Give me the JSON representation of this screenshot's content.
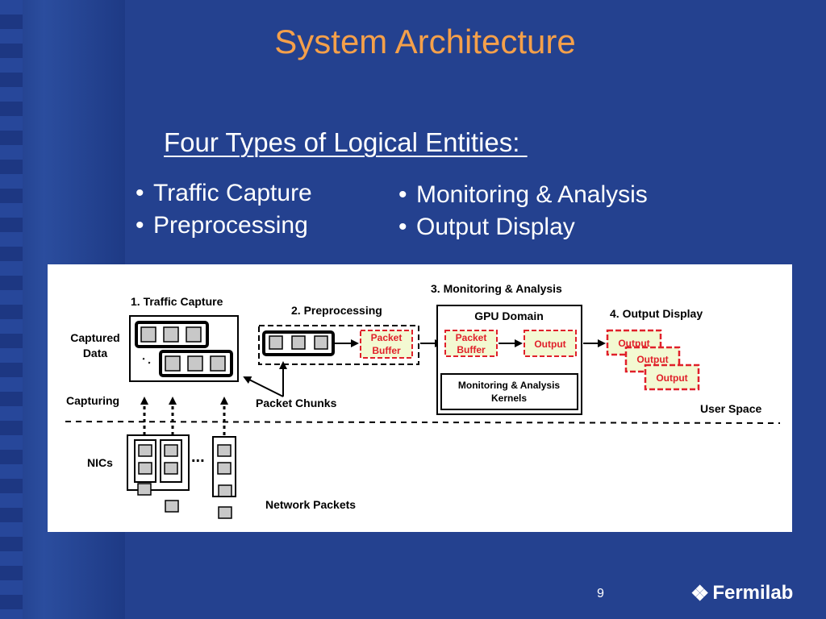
{
  "slide": {
    "title": "System Architecture",
    "subtitle": "Four Types of Logical Entities: ",
    "bullets_left": [
      "Traffic Capture",
      "Preprocessing"
    ],
    "bullets_right": [
      "Monitoring & Analysis",
      "Output Display"
    ],
    "page_number": "9",
    "logo_text": "Fermilab",
    "logo_icon": "fermilab-logo-icon"
  },
  "diagram": {
    "stage_traffic_capture": "1. Traffic Capture",
    "stage_preprocessing": "2. Preprocessing",
    "stage_monitoring": "3. Monitoring & Analysis",
    "stage_output": "4. Output Display",
    "captured_data_line1": "Captured",
    "captured_data_line2": "Data",
    "capturing": "Capturing",
    "packet_chunks": "Packet Chunks",
    "gpu_domain": "GPU Domain",
    "kernels_line1": "Monitoring & Analysis",
    "kernels_line2": "Kernels",
    "packet_buffer_line1": "Packet",
    "packet_buffer_line2": "Buffer",
    "output": "Output",
    "user_space": "User Space",
    "nics": "NICs",
    "network_packets": "Network Packets",
    "ellipsis": "...",
    "dots": "· ·"
  },
  "colors": {
    "background": "#24418f",
    "title": "#f5a04a",
    "buffer_fill": "#f3f9d2",
    "buffer_border": "#e0202a",
    "chunk_gray": "#c8c8c8"
  }
}
